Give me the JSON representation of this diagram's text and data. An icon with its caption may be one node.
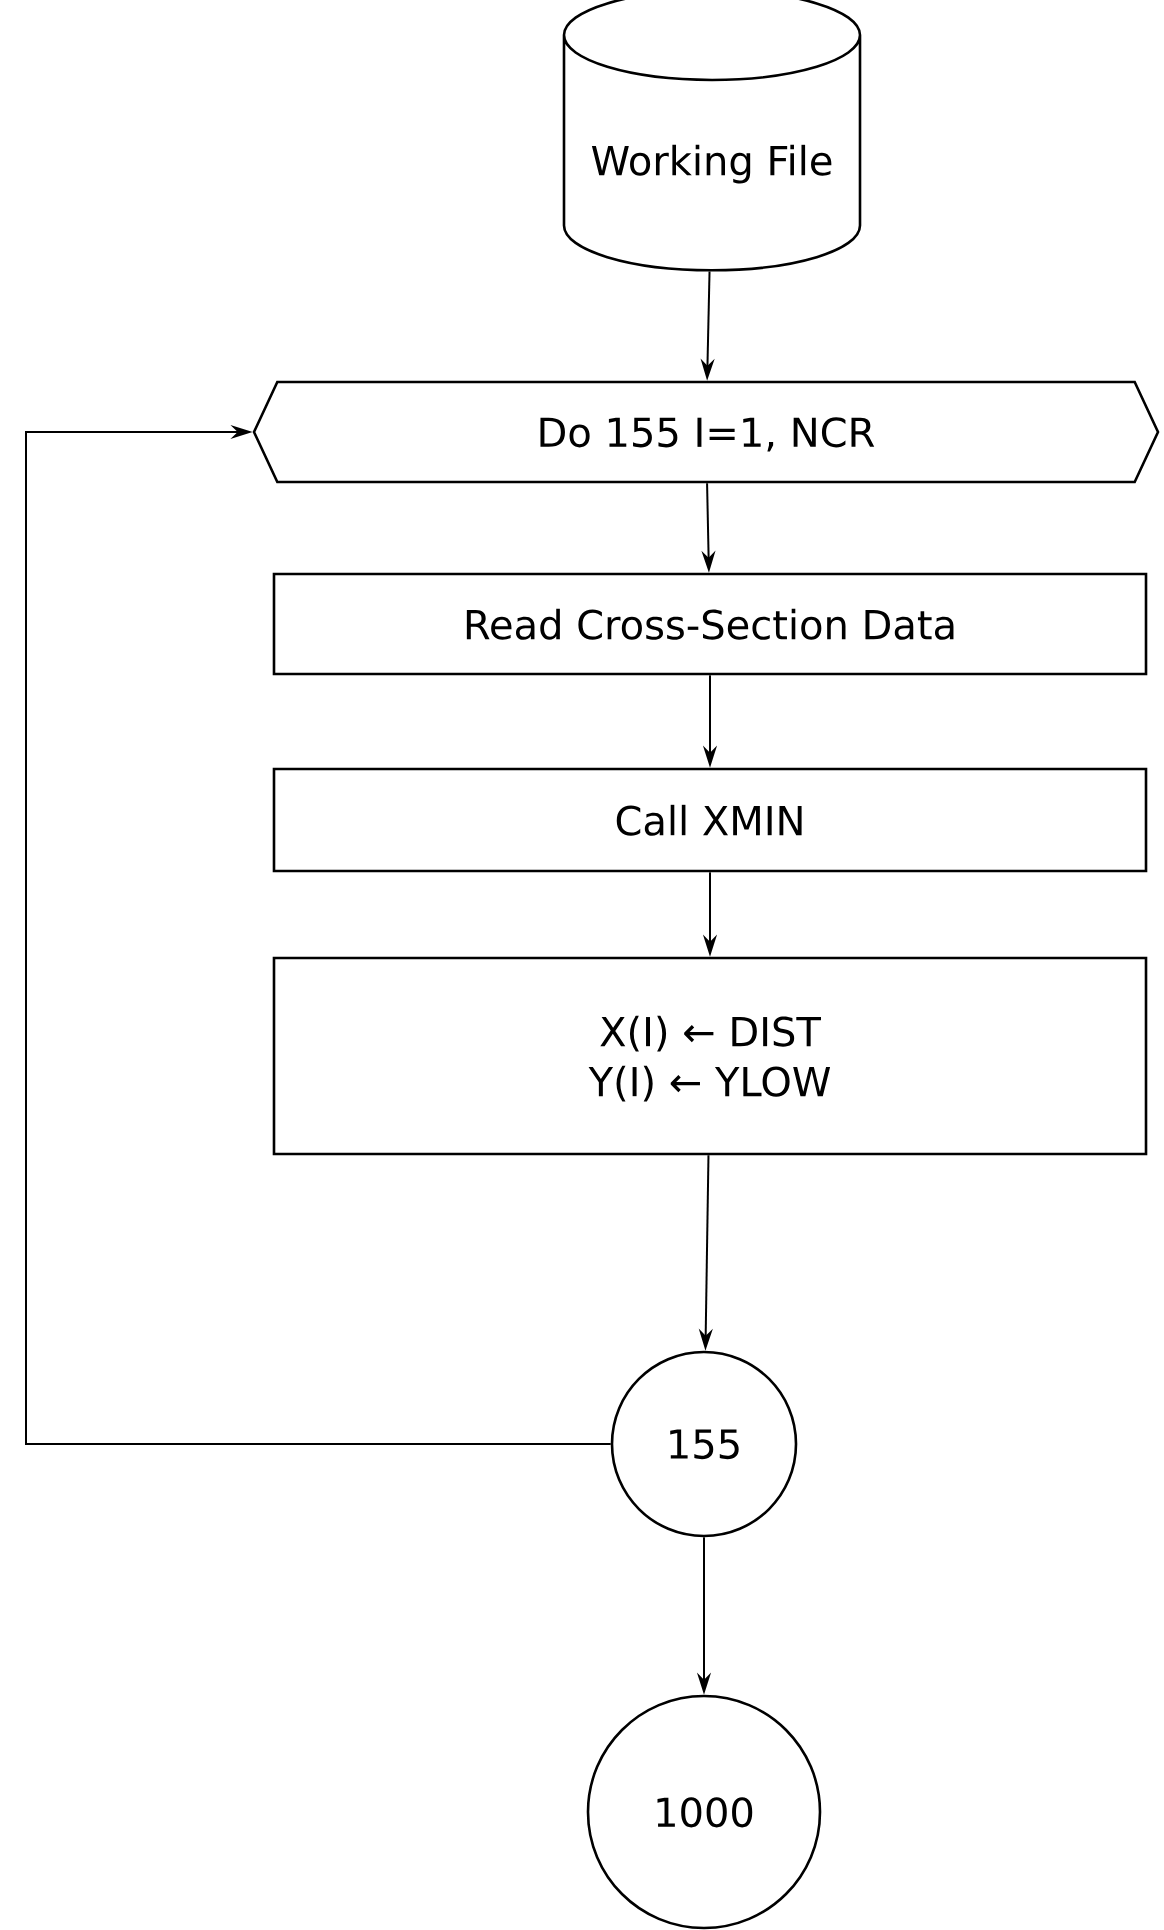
{
  "diagram": {
    "nodes": [
      {
        "text": [
          "Working File"
        ]
      },
      {
        "text": [
          "Do 155 I=1, NCR"
        ]
      },
      {
        "text": [
          "Read Cross-Section Data"
        ]
      },
      {
        "text": [
          "Call XMIN"
        ]
      },
      {
        "text": [
          "X(I) ← DIST",
          "Y(I) ← YLOW"
        ]
      },
      {
        "text": [
          "155"
        ]
      },
      {
        "text": [
          "1000"
        ]
      }
    ],
    "edges": [
      {
        "from": 0,
        "to": 1,
        "arrow": "to"
      },
      {
        "from": 1,
        "to": 2,
        "arrow": "to"
      },
      {
        "from": 2,
        "to": 3,
        "arrow": "to"
      },
      {
        "from": 3,
        "to": 4,
        "arrow": "to"
      },
      {
        "from": 4,
        "to": 5,
        "arrow": "to"
      },
      {
        "from": 5,
        "to": 1,
        "arrow": "to"
      },
      {
        "from": 5,
        "to": 6,
        "arrow": "to"
      }
    ]
  }
}
